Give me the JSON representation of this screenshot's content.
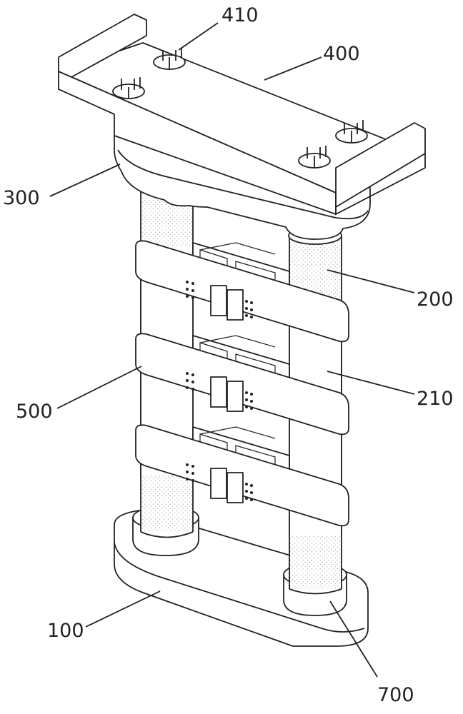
{
  "figure": {
    "labels": [
      {
        "id": "410",
        "text": "410"
      },
      {
        "id": "400",
        "text": "400"
      },
      {
        "id": "300",
        "text": "300"
      },
      {
        "id": "200",
        "text": "200"
      },
      {
        "id": "210",
        "text": "210"
      },
      {
        "id": "500",
        "text": "500"
      },
      {
        "id": "100",
        "text": "100"
      },
      {
        "id": "700",
        "text": "700"
      }
    ],
    "colors": {
      "line": "#222222",
      "fill": "#ffffff",
      "stipple": "#c8c8c8"
    }
  }
}
